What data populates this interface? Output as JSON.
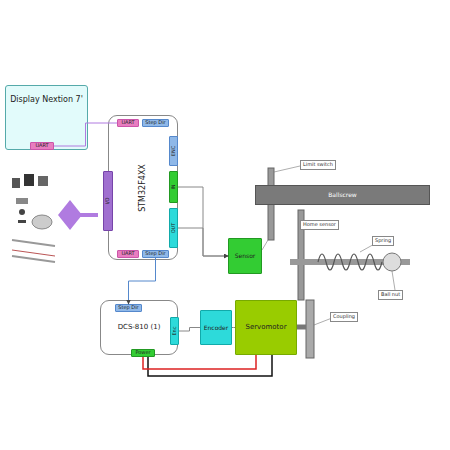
{
  "diagram": {
    "nodes": [
      {
        "text": [
          "Display Nextion 7'"
        ]
      },
      {
        "text": [
          "UART"
        ],
        "in": 0
      },
      {
        "text": [
          "STM32F4XX"
        ]
      },
      {
        "text": [
          "UART"
        ],
        "in": 2
      },
      {
        "text": [
          "Step Dir"
        ],
        "in": 2
      },
      {
        "text": [
          "ENC"
        ],
        "in": 2
      },
      {
        "text": [
          "IN"
        ],
        "in": 2
      },
      {
        "text": [
          "OUT"
        ],
        "in": 2
      },
      {
        "text": [
          "UART"
        ],
        "in": 2
      },
      {
        "text": [
          "Step Dir"
        ],
        "in": 2
      },
      {
        "text": [
          "I/O"
        ],
        "in": 2
      },
      {
        "text": [
          "DCS-810 (1)"
        ]
      },
      {
        "text": [
          "Step Dir"
        ],
        "in": 11
      },
      {
        "text": [
          "Enc"
        ],
        "in": 11
      },
      {
        "text": [
          "Power"
        ],
        "in": 11
      },
      {
        "text": [
          "Encoder"
        ]
      },
      {
        "text": [
          "Servomotor"
        ]
      },
      {
        "text": [
          "Sensor"
        ]
      },
      {
        "text": [
          "Ballscrew"
        ]
      }
    ],
    "edges": [
      {
        "from": 1,
        "to": 3,
        "arrow": "none"
      },
      {
        "from": 9,
        "to": 12,
        "arrow": "to"
      },
      {
        "from": 7,
        "to": 17,
        "arrow": "to"
      },
      {
        "from": 6,
        "to": 17,
        "arrow": "to"
      },
      {
        "from": 13,
        "to": 15,
        "arrow": "none"
      },
      {
        "from": 15,
        "to": 16,
        "arrow": "none"
      },
      {
        "from": 14,
        "to": 16,
        "arrow": "none"
      }
    ],
    "labels": [
      "Limit switch",
      "Home sensor",
      "Spring",
      "Ball nut",
      "Coupling"
    ]
  }
}
